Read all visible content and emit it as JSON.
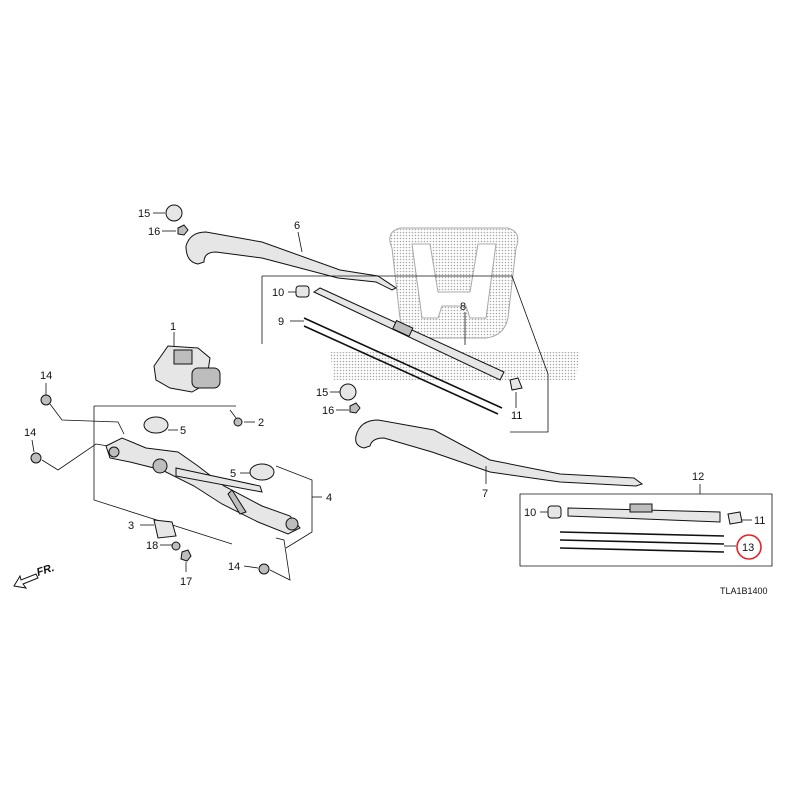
{
  "callouts": {
    "c1": "1",
    "c2": "2",
    "c3": "3",
    "c4": "4",
    "c5a": "5",
    "c5b": "5",
    "c6": "6",
    "c7": "7",
    "c8": "8",
    "c9": "9",
    "c10a": "10",
    "c10b": "10",
    "c11a": "11",
    "c11b": "11",
    "c12": "12",
    "c13": "13",
    "c14a": "14",
    "c14b": "14",
    "c14c": "14",
    "c15a": "15",
    "c15b": "15",
    "c16a": "16",
    "c16b": "16",
    "c17": "17",
    "c18": "18"
  },
  "direction_label": "FR.",
  "diagram_code": "TLA1B1400",
  "colors": {
    "highlight": "#e8202a",
    "ink": "#111111",
    "logo_dots": "#9a9a9a"
  },
  "highlighted_part": "13"
}
